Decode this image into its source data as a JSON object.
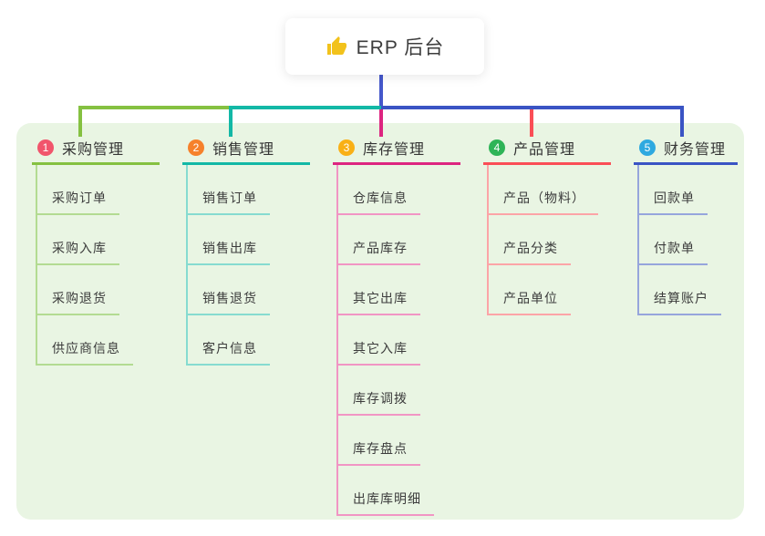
{
  "root": {
    "label": "ERP 后台",
    "icon": "thumbs-up-icon",
    "icon_color": "#f2c21c",
    "box_color": "#ffffff"
  },
  "connectors": {
    "root_line_color": "#4558cb"
  },
  "branches": [
    {
      "index": "1",
      "label": "采购管理",
      "badge_color": "#f1556c",
      "line_color": "#85c141",
      "child_line_color": "#b3db92",
      "children": [
        "采购订单",
        "采购入库",
        "采购退货",
        "供应商信息"
      ]
    },
    {
      "index": "2",
      "label": "销售管理",
      "badge_color": "#f6812b",
      "line_color": "#13b8a6",
      "child_line_color": "#86dbd0",
      "children": [
        "销售订单",
        "销售出库",
        "销售退货",
        "客户信息"
      ]
    },
    {
      "index": "3",
      "label": "库存管理",
      "badge_color": "#f9b016",
      "line_color": "#dd2580",
      "child_line_color": "#f195c4",
      "children": [
        "仓库信息",
        "产品库存",
        "其它出库",
        "其它入库",
        "库存调拨",
        "库存盘点",
        "出库库明细"
      ]
    },
    {
      "index": "4",
      "label": "产品管理",
      "badge_color": "#2eb457",
      "line_color": "#fa4e56",
      "child_line_color": "#fca4a7",
      "children": [
        "产品（物料）",
        "产品分类",
        "产品单位"
      ]
    },
    {
      "index": "5",
      "label": "财务管理",
      "badge_color": "#2ea9e0",
      "line_color": "#3a54c4",
      "child_line_color": "#96a5dc",
      "children": [
        "回款单",
        "付款单",
        "结算账户"
      ]
    }
  ]
}
